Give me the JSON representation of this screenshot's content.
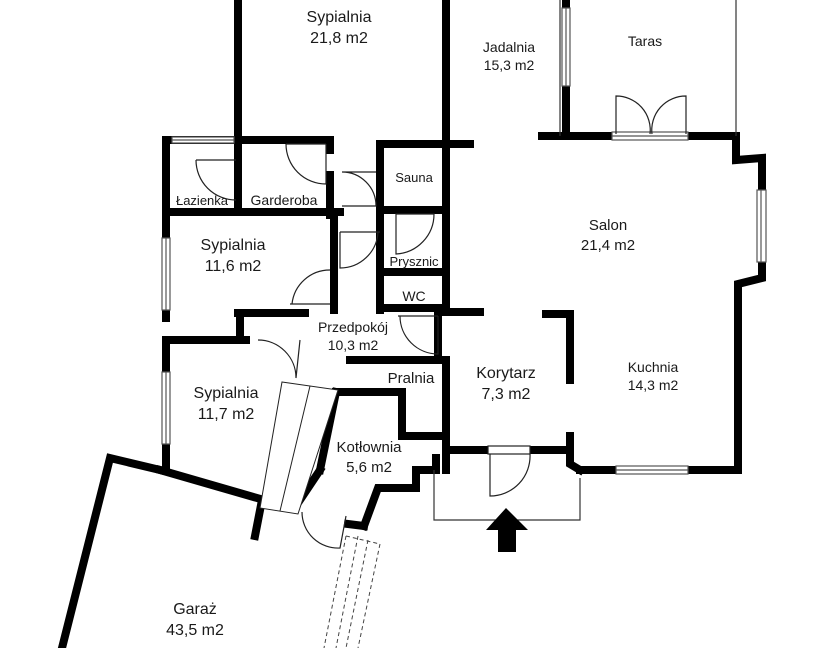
{
  "plan": {
    "wall_color": "#000000",
    "line_color": "#333333",
    "window_color": "#555555",
    "entrance_arrow_color": "#000000",
    "rooms": {
      "sypialnia_top": {
        "name": "Sypialnia",
        "area": "21,8 m2"
      },
      "jadalnia": {
        "name": "Jadalnia",
        "area": "15,3 m2"
      },
      "taras": {
        "name": "Taras",
        "area": ""
      },
      "sauna": {
        "name": "Sauna",
        "area": ""
      },
      "lazienka": {
        "name": "Łazienka",
        "area": ""
      },
      "garderoba": {
        "name": "Garderoba",
        "area": ""
      },
      "salon": {
        "name": "Salon",
        "area": "21,4 m2"
      },
      "sypialnia_mid": {
        "name": "Sypialnia",
        "area": "11,6 m2"
      },
      "prysznic": {
        "name": "Prysznic",
        "area": ""
      },
      "wc": {
        "name": "WC",
        "area": ""
      },
      "przedpokoj": {
        "name": "Przedpokój",
        "area": "10,3 m2"
      },
      "kuchnia": {
        "name": "Kuchnia",
        "area": "14,3 m2"
      },
      "korytarz": {
        "name": "Korytarz",
        "area": "7,3 m2"
      },
      "pralnia": {
        "name": "Pralnia",
        "area": ""
      },
      "sypialnia_low": {
        "name": "Sypialnia",
        "area": "11,7 m2"
      },
      "kotlownia": {
        "name": "Kotłownia",
        "area": "5,6 m2"
      },
      "garaz": {
        "name": "Garaż",
        "area": "43,5 m2"
      }
    }
  }
}
